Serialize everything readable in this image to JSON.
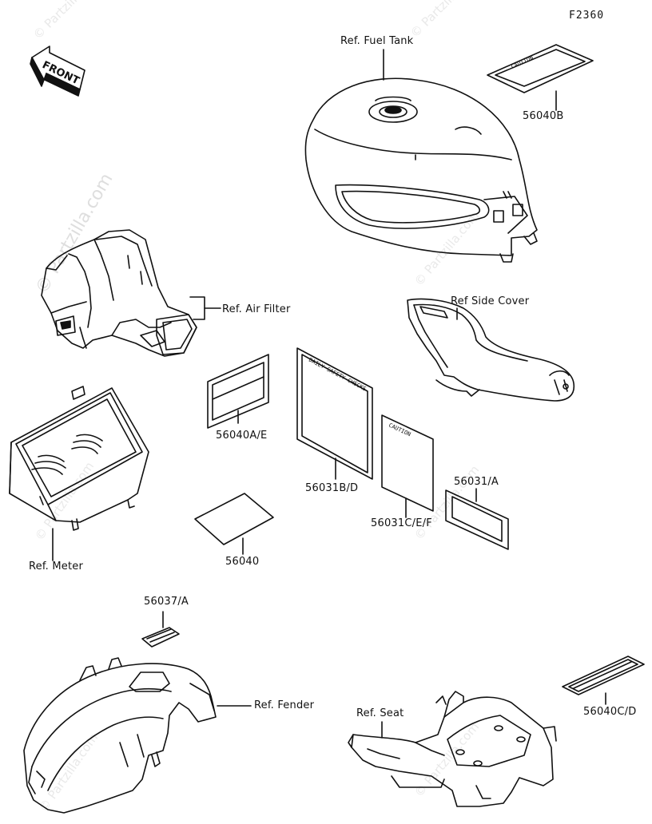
{
  "figure_code": "F2360",
  "front_arrow_text": "FRONT",
  "watermark": "© Partzilla.com",
  "sticker_texts": {
    "caution": "CAUTION",
    "daily_safety": "DAILY SAFETY CHECKS"
  },
  "labels": {
    "ref_fuel_tank": "Ref. Fuel Tank",
    "part_56040B": "56040B",
    "ref_air_filter": "Ref. Air Filter",
    "ref_side_cover": "Ref Side Cover",
    "part_56040AE": "56040A/E",
    "part_56031BD": "56031B/D",
    "part_56031CEF": "56031C/E/F",
    "part_56031A": "56031/A",
    "ref_meter": "Ref. Meter",
    "part_56040": "56040",
    "part_56037A": "56037/A",
    "ref_fender": "Ref. Fender",
    "ref_seat": "Ref. Seat",
    "part_56040CD": "56040C/D"
  }
}
